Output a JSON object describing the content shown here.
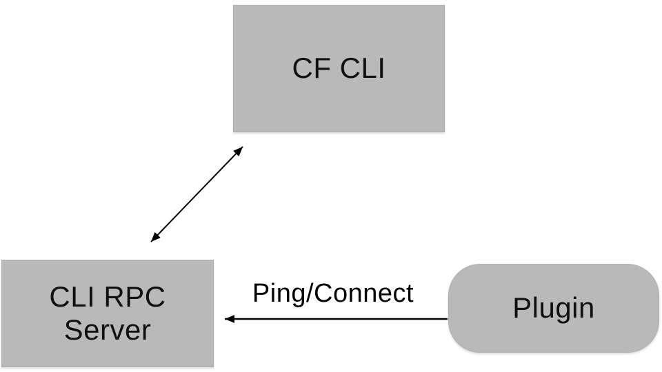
{
  "diagram": {
    "nodes": [
      {
        "id": "cf-cli",
        "label": "CF CLI",
        "shape": "rectangle"
      },
      {
        "id": "cli-rpc-server",
        "label": "CLI RPC Server",
        "shape": "rectangle"
      },
      {
        "id": "plugin",
        "label": "Plugin",
        "shape": "rounded-rectangle"
      }
    ],
    "edges": [
      {
        "from": "cf-cli",
        "to": "cli-rpc-server",
        "direction": "bidirectional",
        "label": ""
      },
      {
        "from": "plugin",
        "to": "cli-rpc-server",
        "direction": "one-way",
        "label": "Ping/Connect"
      }
    ]
  },
  "colors": {
    "canvas-bg": "#ffffff",
    "node-fill": "#b9b9b9",
    "node-edge": "#aeaeae",
    "arrow": "#000000",
    "label-text": "#101010"
  }
}
